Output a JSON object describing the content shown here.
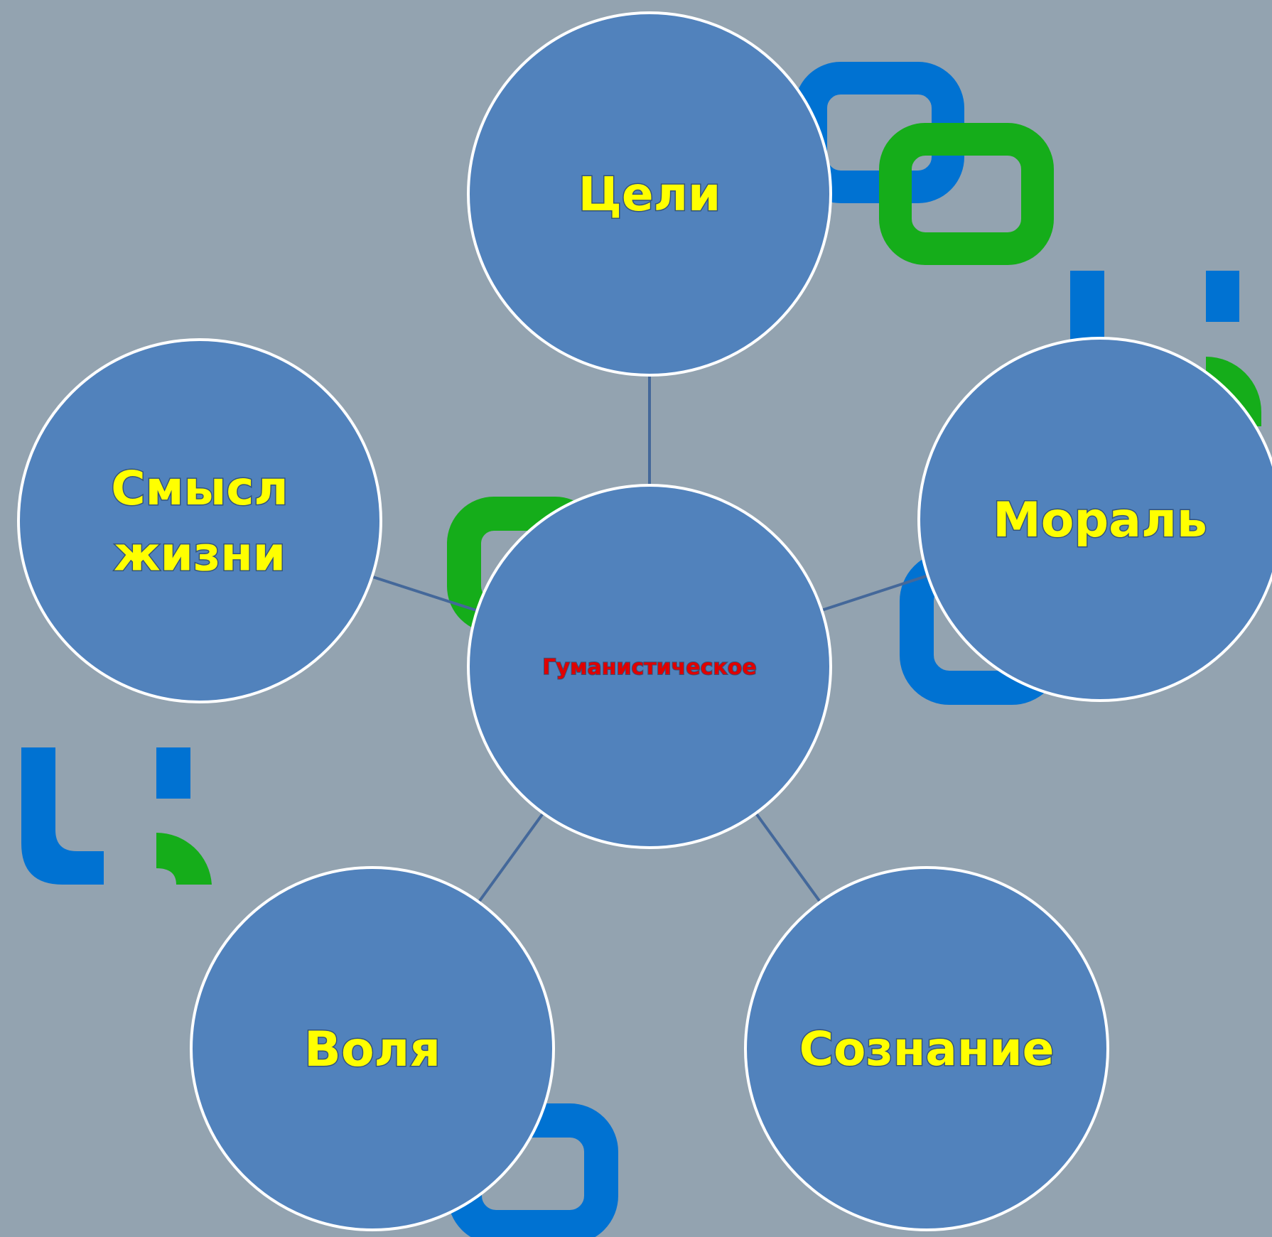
{
  "diagram": {
    "center": {
      "label": "Гуманистическое",
      "text_color": "#e00000"
    },
    "satellites": [
      {
        "key": "goals",
        "lines": [
          "Цели"
        ]
      },
      {
        "key": "morality",
        "lines": [
          "Мораль"
        ]
      },
      {
        "key": "consciousness",
        "lines": [
          "Сознание"
        ]
      },
      {
        "key": "will",
        "lines": [
          "Воля"
        ]
      },
      {
        "key": "meaning-of-life",
        "lines": [
          "Смысл",
          "жизни"
        ]
      }
    ],
    "colors": {
      "background": "#93a3b0",
      "node_fill": "#5182bc",
      "node_border": "#ffffff",
      "connector": "#44689a",
      "satellite_text": "#ffff00",
      "deco_blue": "#0072d2",
      "deco_green": "#15ad1a"
    }
  }
}
